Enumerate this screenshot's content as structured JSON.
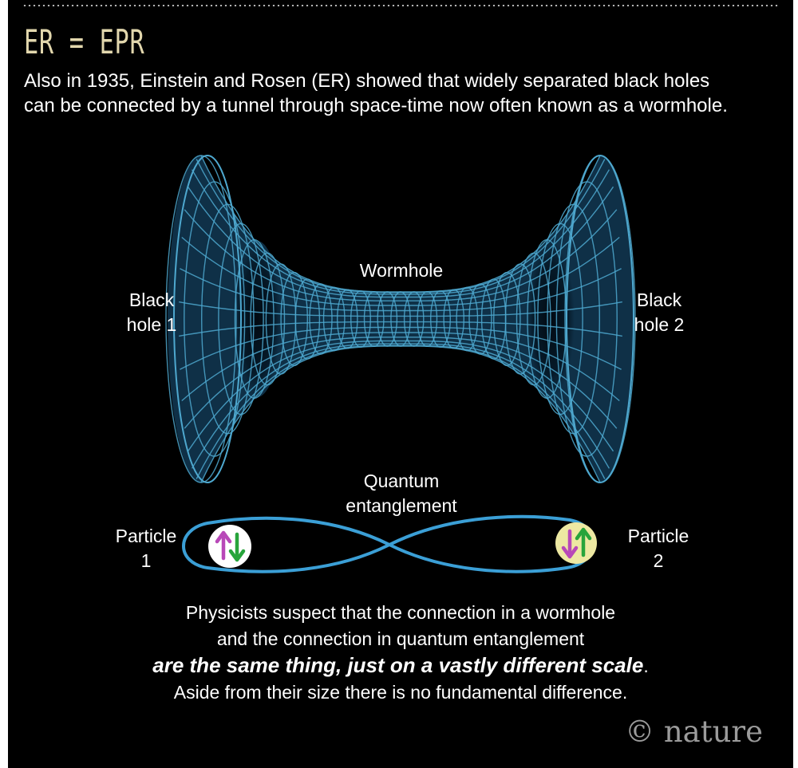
{
  "title": "ER = EPR",
  "intro": "Also in 1935, Einstein and Rosen (ER) showed that widely separated black holes can be connected by a tunnel through space-time now often known as a wormhole.",
  "labels": {
    "wormhole": "Wormhole",
    "black_hole_1": [
      "Black",
      "hole 1"
    ],
    "black_hole_2": [
      "Black",
      "hole 2"
    ],
    "entanglement": [
      "Quantum",
      "entanglement"
    ],
    "particle_1": [
      "Particle",
      "1"
    ],
    "particle_2": [
      "Particle",
      "2"
    ]
  },
  "caption": {
    "line1": "Physicists suspect that the connection in a wormhole",
    "line2": "and the connection in quantum entanglement",
    "emphasis": "are the same thing, just on a vastly different scale",
    "emphasis_end": ".",
    "line4": "Aside from their size there is no fundamental difference."
  },
  "logo": "© nature",
  "colors": {
    "background": "#000000",
    "title": "#e2d7ad",
    "wormhole_fill": "#0f3047",
    "wormhole_grid": "#4ea8cf",
    "loop": "#3b9fd6",
    "arrow_up_1": "#b848b8",
    "arrow_down_1": "#27a43b",
    "particle_2_fill": "#ede8a2",
    "arrow_down_2": "#b848b8",
    "arrow_up_2": "#27a43b"
  },
  "icons": [
    "particle-1-spin-icon",
    "particle-2-spin-icon"
  ]
}
